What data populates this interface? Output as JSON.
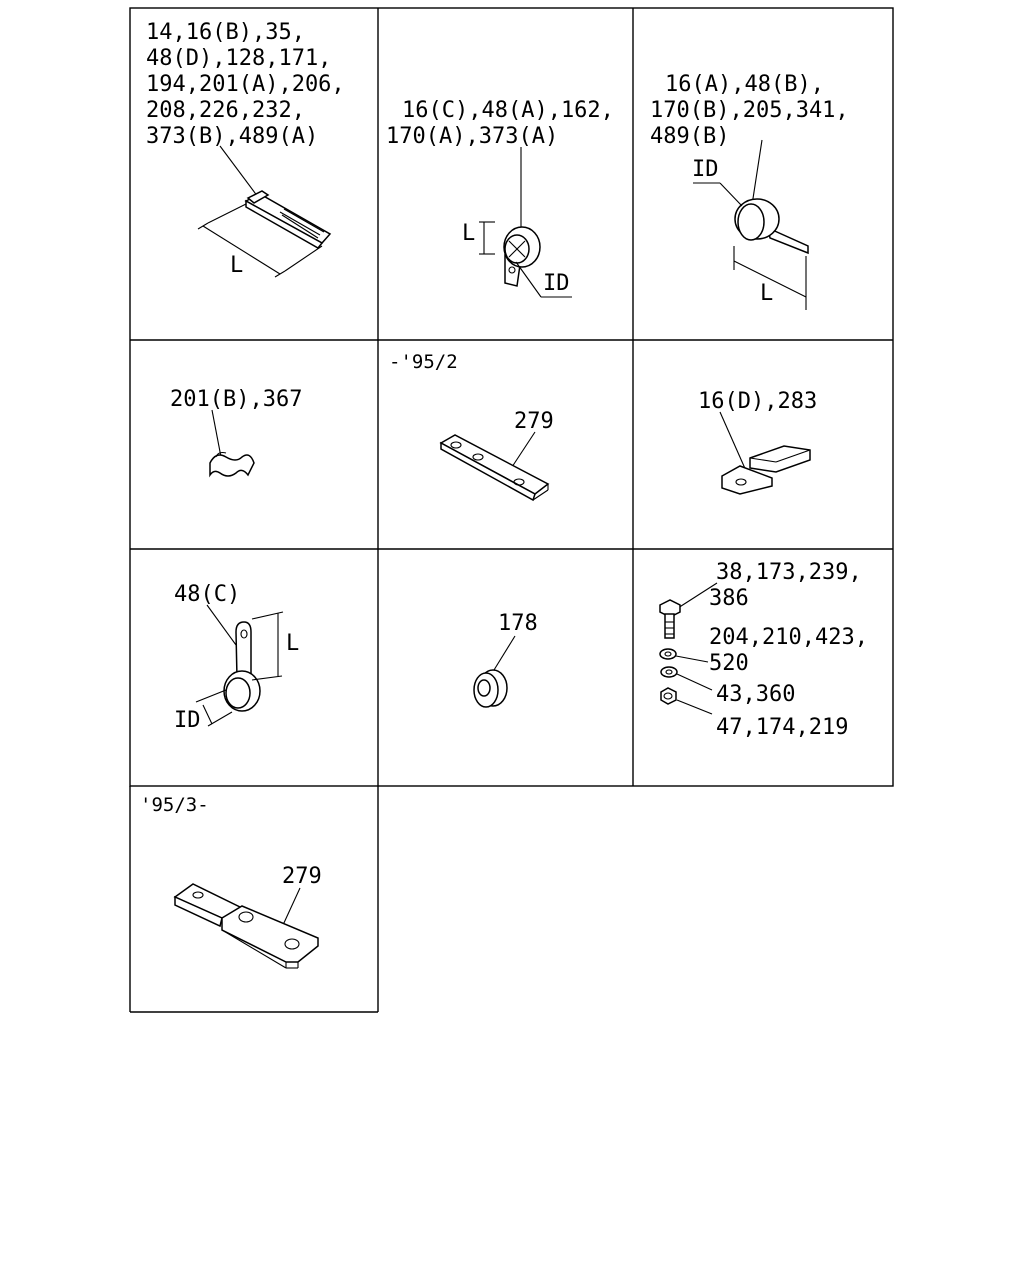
{
  "cells": {
    "c1": {
      "lines": [
        "14,16(B),35,",
        "48(D),128,171,",
        "194,201(A),206,",
        "208,226,232,",
        "373(B),489(A)"
      ],
      "dim_l": "L"
    },
    "c2": {
      "lines": [
        "16(C),48(A),162,",
        "170(A),373(A)"
      ],
      "dim_l": "L",
      "dim_id": "ID"
    },
    "c3": {
      "lines": [
        "16(A),48(B),",
        "170(B),205,341,",
        "489(B)"
      ],
      "dim_id": "ID",
      "dim_l": "L"
    },
    "c4": {
      "lines": [
        "201(B),367"
      ]
    },
    "c5": {
      "note": "-'95/2",
      "lines": [
        "279"
      ]
    },
    "c6": {
      "lines": [
        "16(D),283"
      ]
    },
    "c7": {
      "lines": [
        "48(C)"
      ],
      "dim_l": "L",
      "dim_id": "ID"
    },
    "c8": {
      "lines": [
        "178"
      ]
    },
    "c9": {
      "bolt": [
        "38,173,239,",
        "386"
      ],
      "washer": [
        "204,210,423,",
        "520"
      ],
      "spring": [
        "43,360"
      ],
      "nut": [
        "47,174,219"
      ]
    },
    "c10": {
      "note": "'95/3-",
      "lines": [
        "279"
      ]
    }
  }
}
